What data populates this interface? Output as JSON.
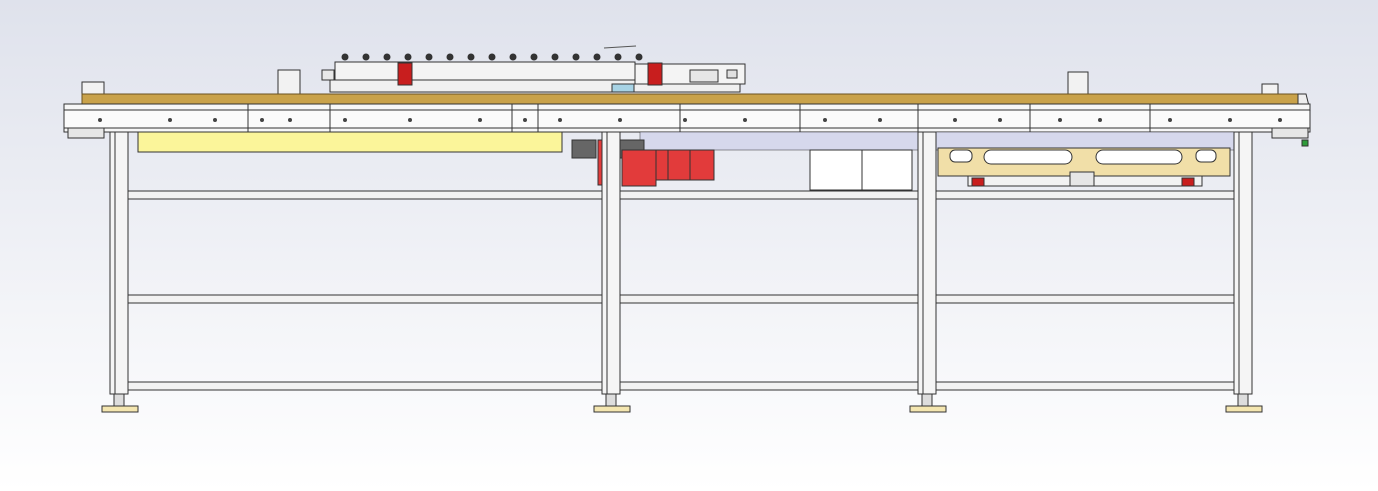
{
  "app": {
    "title": ""
  },
  "colors": {
    "background_top": "#dfe2ec",
    "background_bottom": "#ffffff",
    "frame": "#eeeeee",
    "frame_stroke": "#333333",
    "conveyor_belt": "#c9a24a",
    "motor": "#e23b3b",
    "clamp": "#c81e1e",
    "yellow_panel": "#fbf59a",
    "tan_bracket": "#f1dfa8",
    "accent_green": "#2e9b3a"
  },
  "components": [
    {
      "name": "conveyor-belt",
      "icon": "conveyor-icon"
    },
    {
      "name": "pressing-unit",
      "icon": "press-icon"
    },
    {
      "name": "drive-motor",
      "icon": "motor-icon"
    },
    {
      "name": "yellow-cover-panel",
      "icon": "panel-icon"
    },
    {
      "name": "control-box",
      "icon": "box-icon"
    },
    {
      "name": "support-bracket",
      "icon": "bracket-icon"
    },
    {
      "name": "leveling-feet",
      "icon": "foot-icon"
    }
  ]
}
